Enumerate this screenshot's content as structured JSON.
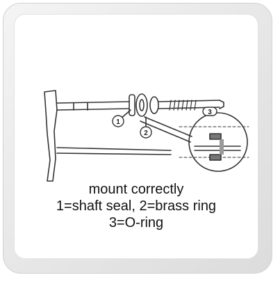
{
  "diagram": {
    "callouts": [
      "1",
      "2",
      "3"
    ],
    "line_color": "#333333"
  },
  "caption": {
    "line1": "mount correctly",
    "line2": "1=shaft seal, 2=brass ring",
    "line3": "3=O-ring"
  }
}
